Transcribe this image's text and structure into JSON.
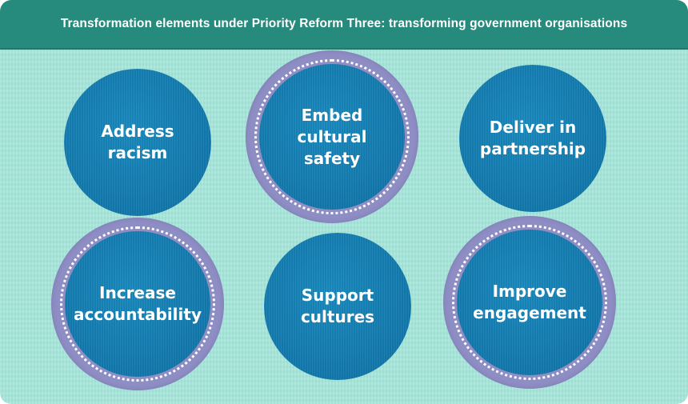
{
  "header": {
    "title": "Transformation elements under Priority Reform Three: transforming government organisations"
  },
  "colors": {
    "header_bg": "#268a7c",
    "background": "#a3e3d7",
    "circle_blue": "#137aad",
    "ring_purple": "#8e8ec4",
    "text": "#ffffff"
  },
  "elements": [
    {
      "label": "Address\nracism",
      "ringed": false
    },
    {
      "label": "Embed\ncultural\nsafety",
      "ringed": true
    },
    {
      "label": "Deliver in\npartnership",
      "ringed": false
    },
    {
      "label": "Increase\naccountability",
      "ringed": true
    },
    {
      "label": "Support\ncultures",
      "ringed": false
    },
    {
      "label": "Improve\nengagement",
      "ringed": true
    }
  ]
}
